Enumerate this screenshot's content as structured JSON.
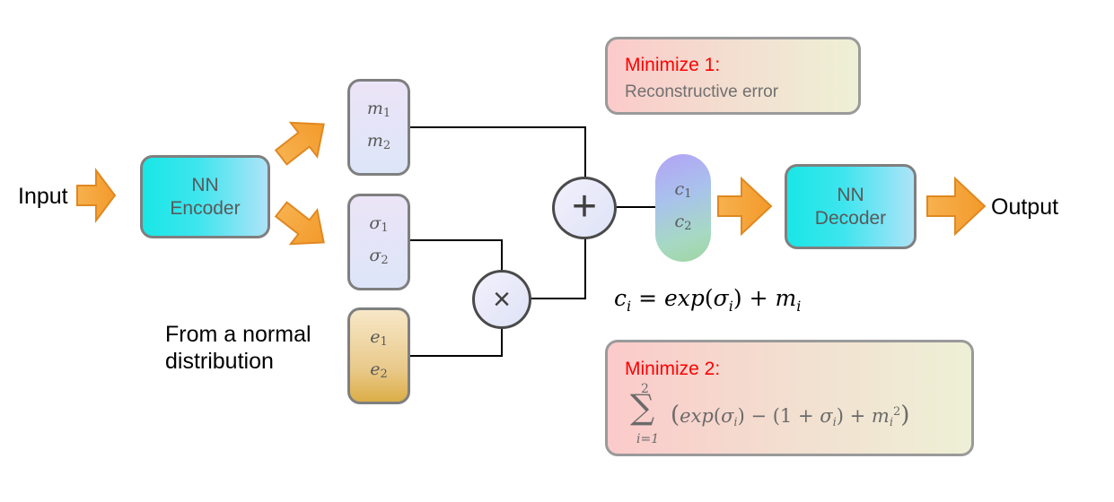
{
  "labels": {
    "input": "Input",
    "output": "Output",
    "normal_line1": "From a normal",
    "normal_line2": "distribution"
  },
  "encoder": {
    "line1": "NN",
    "line2": "Encoder"
  },
  "decoder": {
    "line1": "NN",
    "line2": "Decoder"
  },
  "vectors": {
    "m": [
      "m",
      "1",
      "m",
      "2"
    ],
    "sigma": [
      "σ",
      "1",
      "σ",
      "2"
    ],
    "e": [
      "e",
      "1",
      "e",
      "2"
    ],
    "c": [
      "c",
      "1",
      "c",
      "2"
    ]
  },
  "operators": {
    "add": "+",
    "multiply": "×"
  },
  "formula": {
    "lhs": "c",
    "sub_i": "i",
    "eq": " = ",
    "exp": "exp",
    "lparen": "(",
    "sigma": "σ",
    "rparen": ")",
    "plus": " + ",
    "m": "m"
  },
  "minimize1": {
    "title": "Minimize 1:",
    "text": "Reconstructive error"
  },
  "minimize2": {
    "title": "Minimize 2:",
    "sum_sign": "∑",
    "sum_upper": "2",
    "sum_lower": "i=1",
    "expr_open": "(",
    "expr_exp": "exp",
    "sigma": "σ",
    "i": "i",
    "minus_one_plus": ") − (1 + ",
    "close_plus": ") + ",
    "m": "m",
    "sq": "2",
    "expr_close": ")"
  },
  "colors": {
    "arrow_fill": "#f5a23a",
    "arrow_stroke": "#e08820",
    "encoder_decoder": "#19e6e6",
    "minimize_title": "#ff0000",
    "wire": "#000000"
  }
}
